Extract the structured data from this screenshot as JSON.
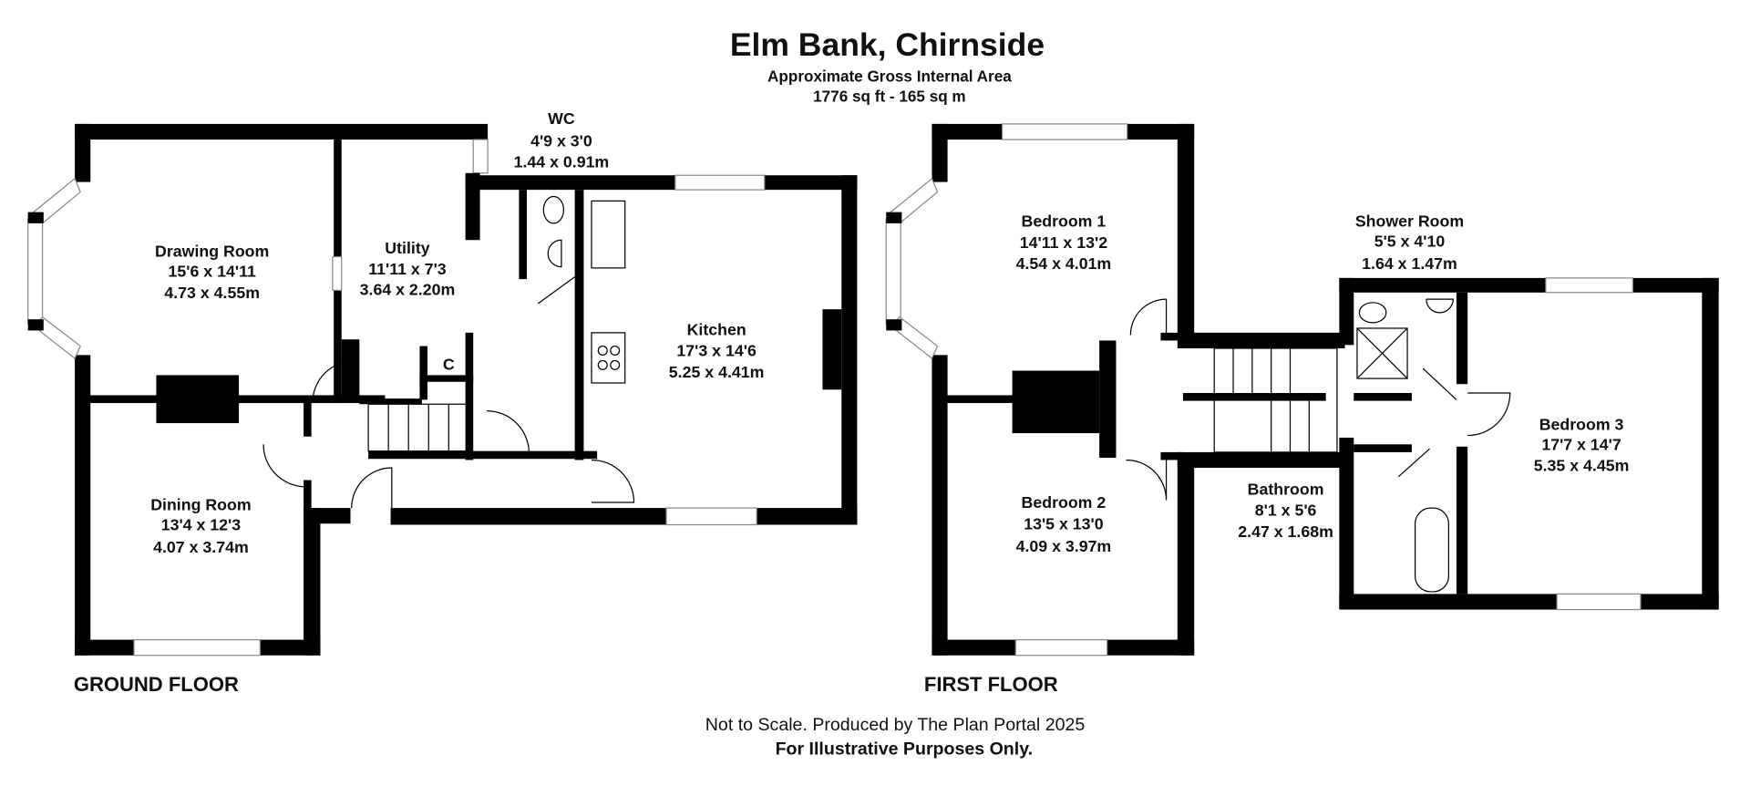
{
  "header": {
    "title": "Elm Bank, Chirnside",
    "subtitle": "Approximate Gross Internal Area",
    "area": "1776 sq ft - 165 sq m"
  },
  "ground_floor": {
    "label": "GROUND FLOOR",
    "rooms": [
      {
        "name": "Drawing Room",
        "imperial": "15'6 x 14'11",
        "metric": "4.73 x 4.55m"
      },
      {
        "name": "Utility",
        "imperial": "11'11 x 7'3",
        "metric": "3.64 x 2.20m"
      },
      {
        "name": "WC",
        "imperial": "4'9 x 3'0",
        "metric": "1.44 x 0.91m"
      },
      {
        "name": "Kitchen",
        "imperial": "17'3 x 14'6",
        "metric": "5.25 x 4.41m"
      },
      {
        "name": "Dining Room",
        "imperial": "13'4 x 12'3",
        "metric": "4.07 x 3.74m"
      }
    ],
    "cupboard_label": "C"
  },
  "first_floor": {
    "label": "FIRST FLOOR",
    "rooms": [
      {
        "name": "Bedroom 1",
        "imperial": "14'11 x 13'2",
        "metric": "4.54 x 4.01m"
      },
      {
        "name": "Shower Room",
        "imperial": "5'5 x 4'10",
        "metric": "1.64 x 1.47m"
      },
      {
        "name": "Bedroom 3",
        "imperial": "17'7 x 14'7",
        "metric": "5.35 x 4.45m"
      },
      {
        "name": "Bedroom 2",
        "imperial": "13'5 x 13'0",
        "metric": "4.09 x 3.97m"
      },
      {
        "name": "Bathroom",
        "imperial": "8'1 x 5'6",
        "metric": "2.47 x 1.68m"
      }
    ]
  },
  "footer": {
    "credit": "Not to Scale. Produced by The Plan Portal 2025",
    "disclaimer": "For Illustrative Purposes Only."
  }
}
